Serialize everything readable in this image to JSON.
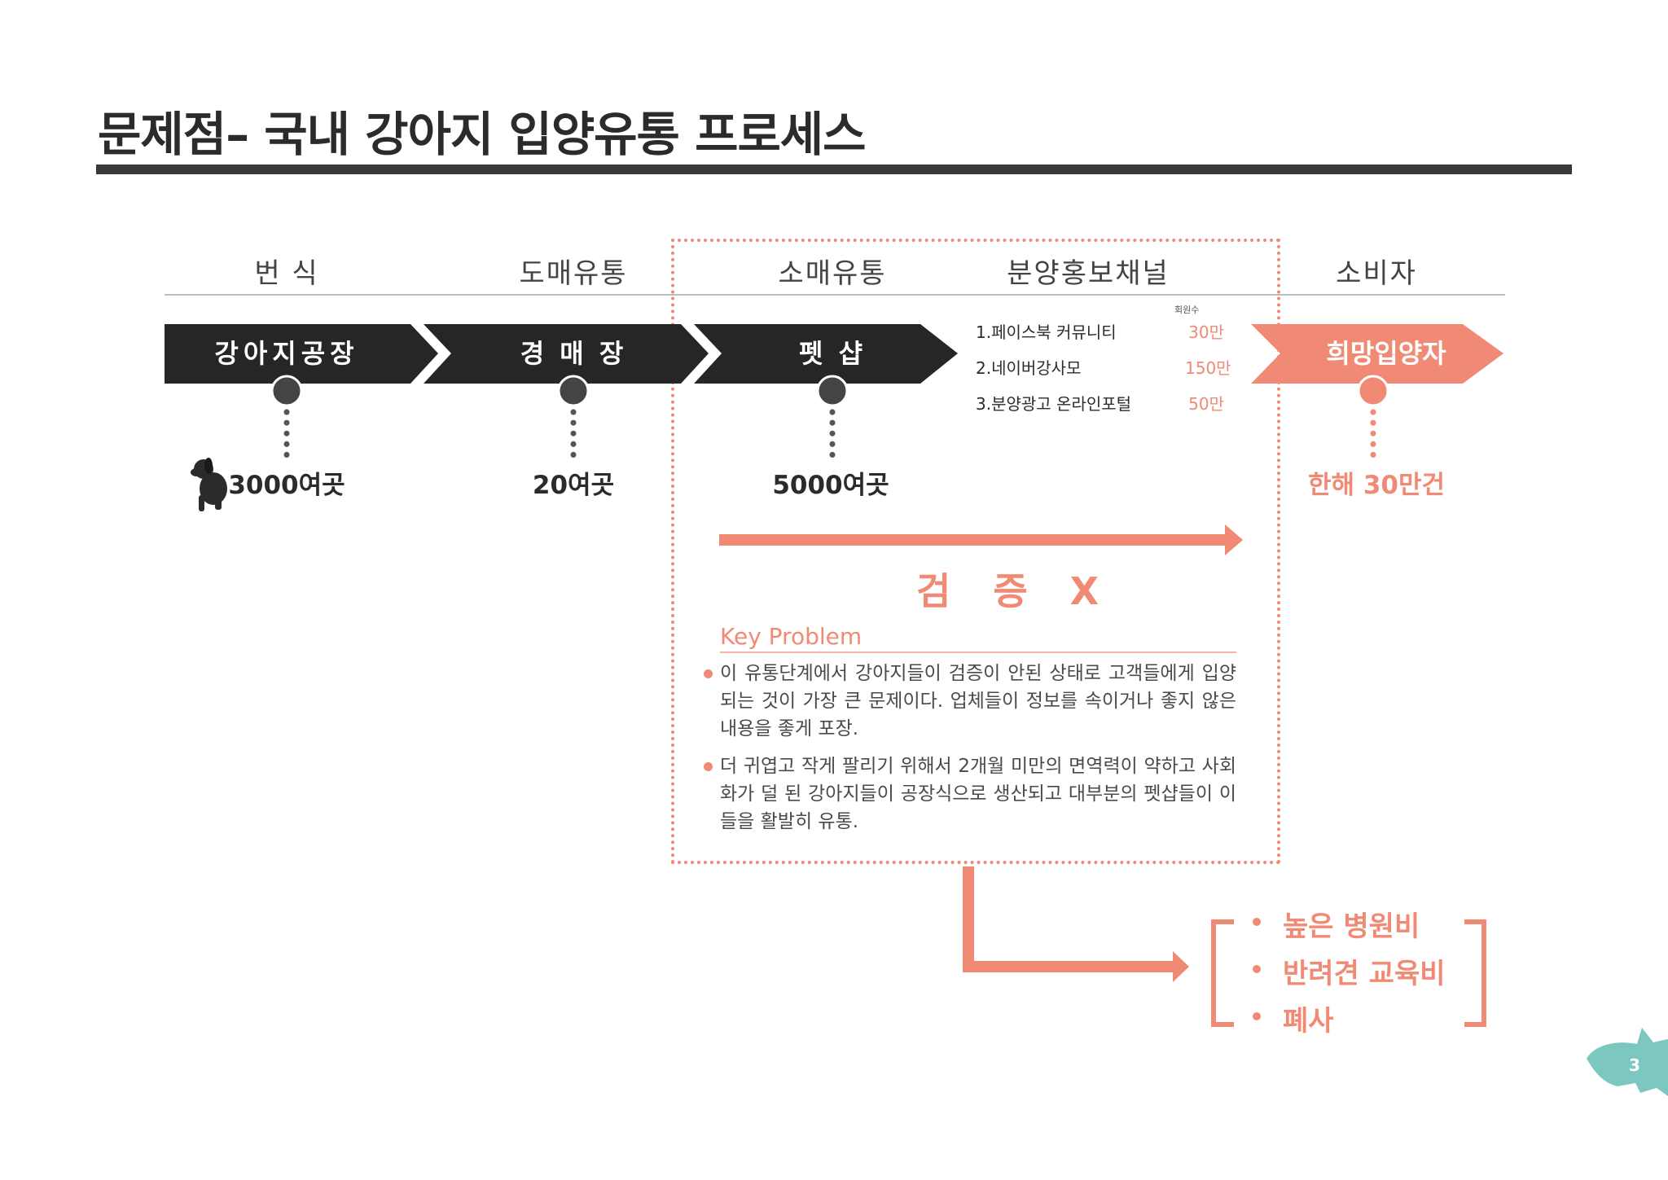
{
  "title": "문제점– 국내 강아지 입양유통 프로세스",
  "stages": {
    "breeding": "번 식",
    "wholesale": "도매유통",
    "retail": "소매유통",
    "promo": "분양홍보채널",
    "consumer": "소비자"
  },
  "flow": {
    "factory": "강아지공장",
    "auction": "경 매 장",
    "petshop": "펫 샵",
    "hopeful": "희망입양자"
  },
  "counts": {
    "factory": "3000여곳",
    "auction": "20여곳",
    "petshop": "5000여곳",
    "hopeful": "한해 30만건"
  },
  "channels": {
    "members_label": "회원수",
    "items": [
      {
        "name": "1.페이스북 커뮤니티",
        "value": "30만"
      },
      {
        "name": "2.네이버강사모",
        "value": "150만"
      },
      {
        "name": "3.분양광고 온라인포털",
        "value": "50만"
      }
    ]
  },
  "verify_label": "검 증 X",
  "key_problem": {
    "title": "Key Problem",
    "bullets": [
      "이 유통단계에서 강아지들이 검증이 안된 상태로 고객들에게 입양되는 것이 가장 큰 문제이다. 업체들이 정보를 속이거나 좋지 않은 내용을 좋게 포장.",
      "더 귀엽고 작게 팔리기 위해서 2개월 미만의 면역력이 약하고 사회화가 덜 된 강아지들이 공장식으로 생산되고 대부분의 펫샵들이 이들을 활발히 유통."
    ]
  },
  "problems": [
    "높은 병원비",
    "반려견 교육비",
    "폐사"
  ],
  "page_number": "3",
  "colors": {
    "accent": "#f08a75",
    "dark": "#2b2b2b",
    "teal": "#7cc8c1"
  }
}
